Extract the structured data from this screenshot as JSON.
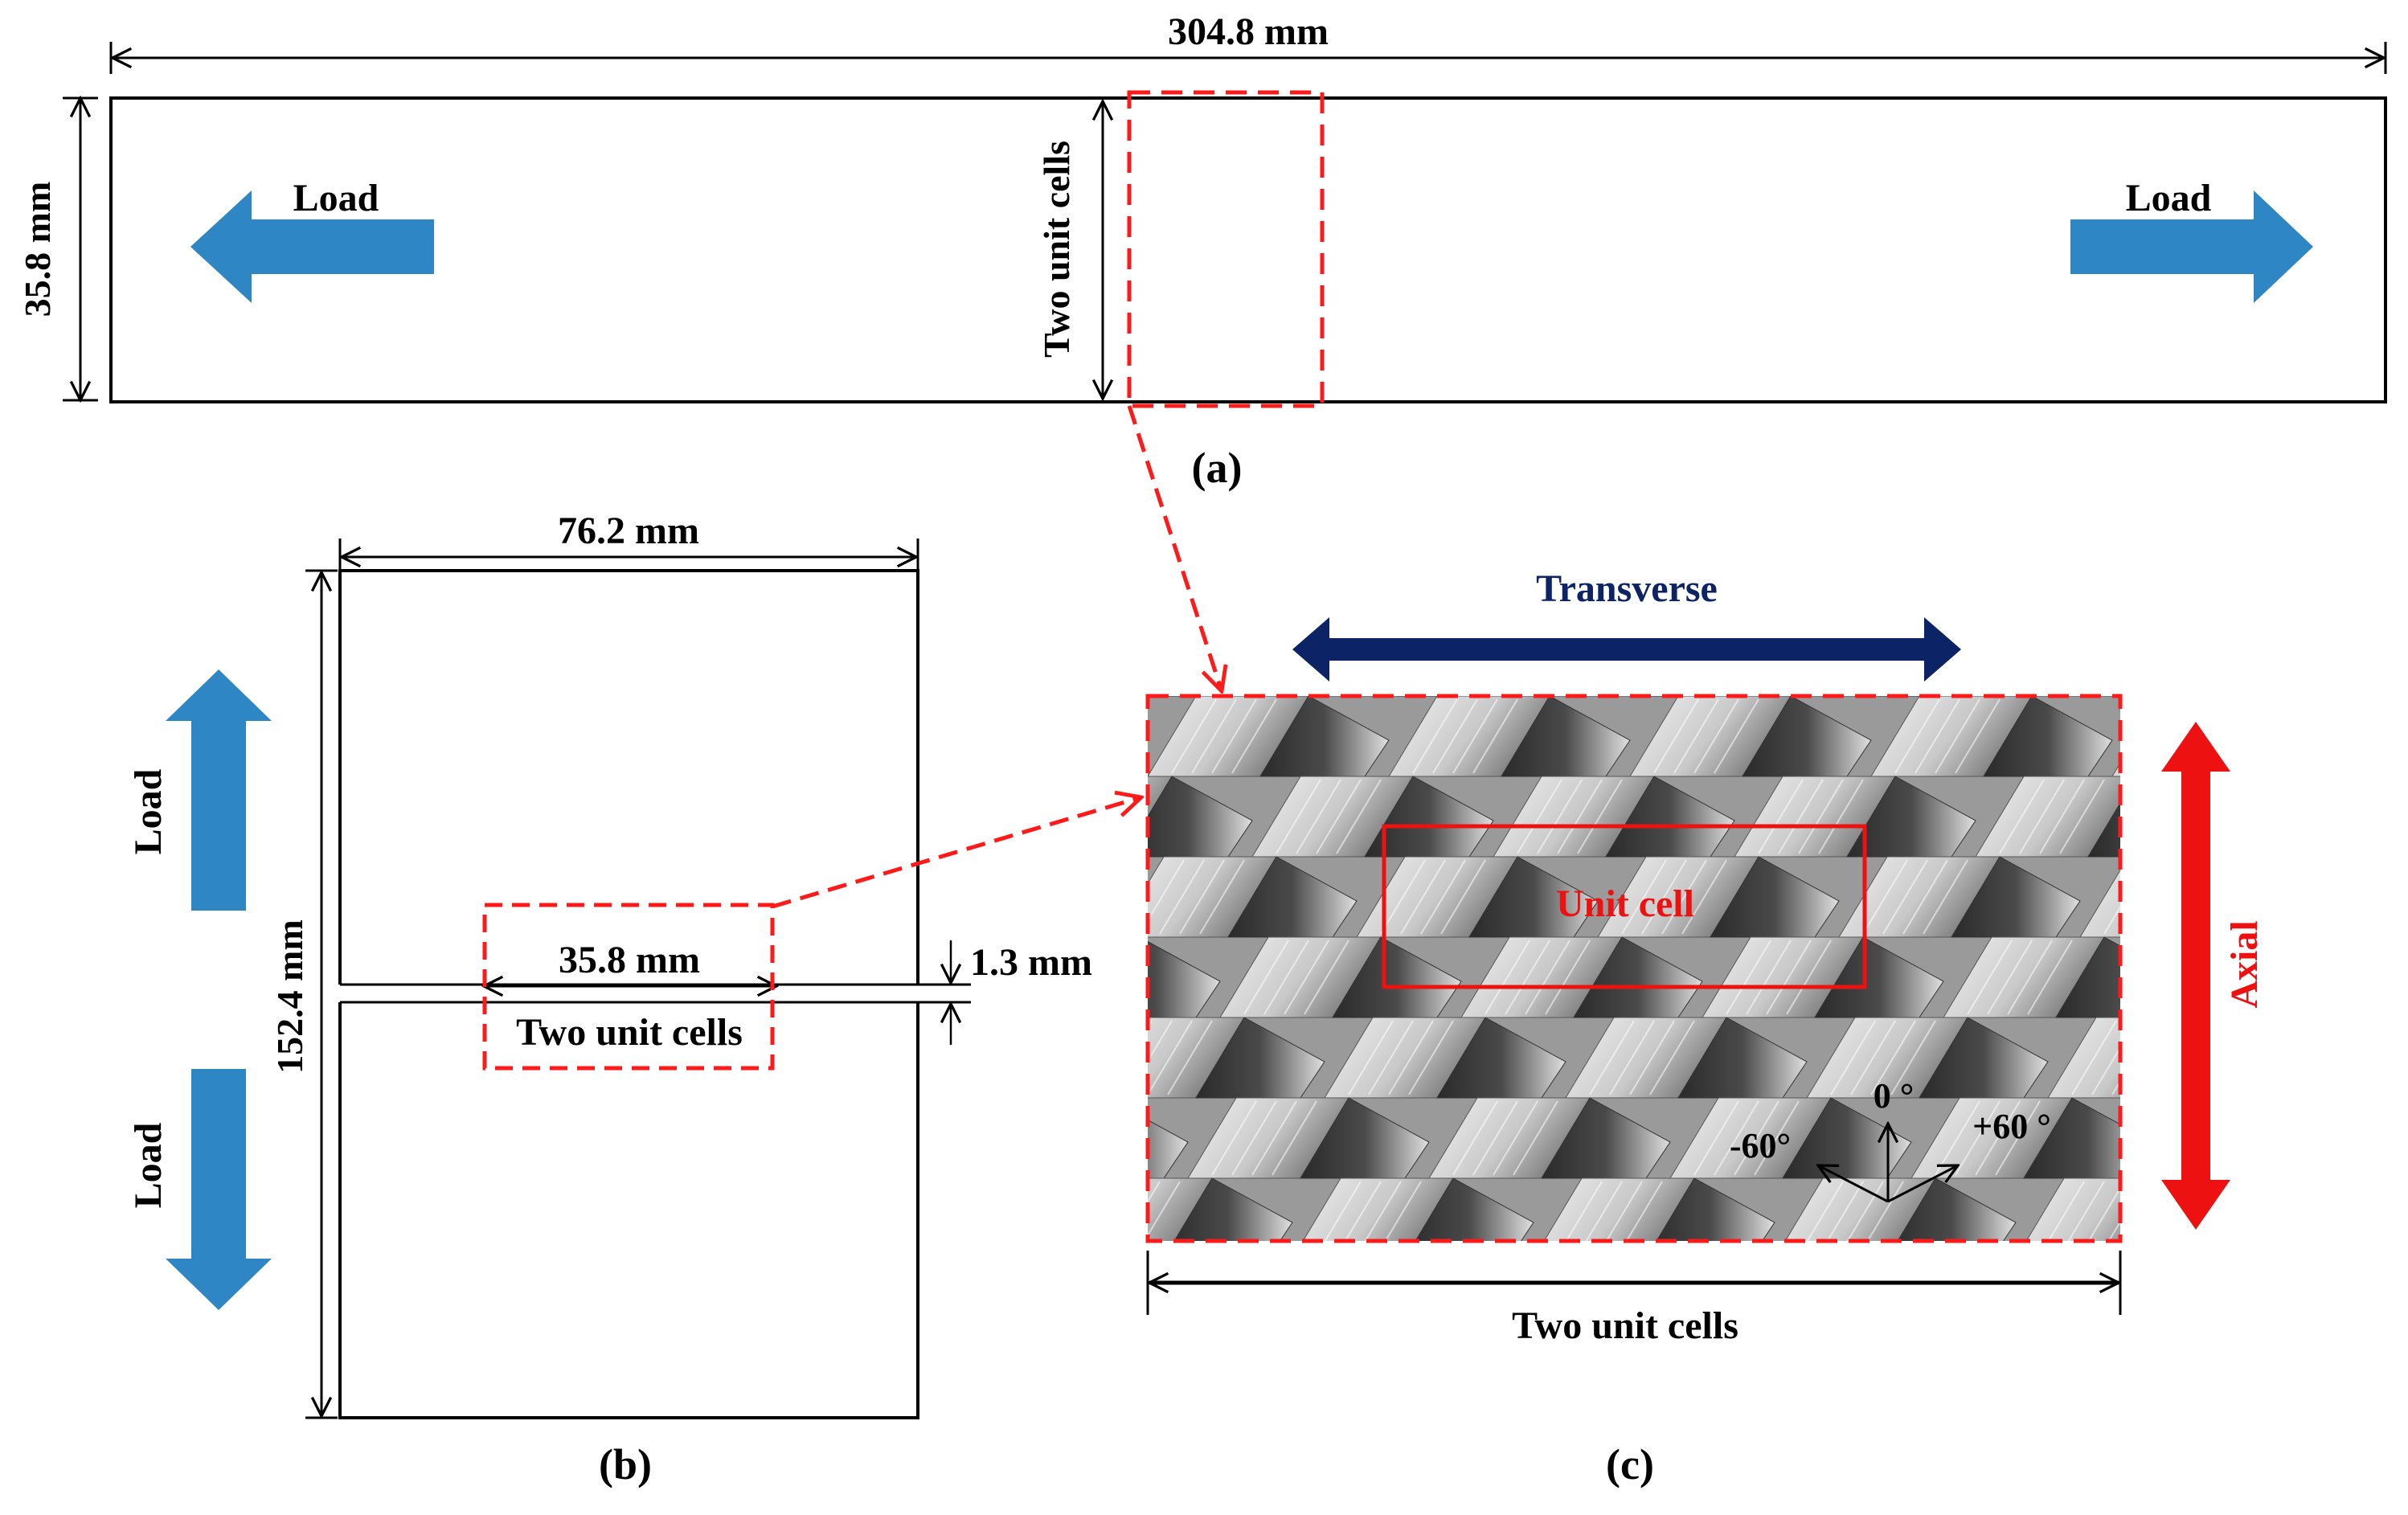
{
  "panel_a": {
    "caption": "(a)",
    "length_label": "304.8 mm",
    "width_label": "35.8 mm",
    "region_label": "Two unit cells",
    "load_left": "Load",
    "load_right": "Load"
  },
  "panel_b": {
    "caption": "(b)",
    "width_label": "76.2 mm",
    "height_label": "152.4 mm",
    "crack_length_label": "35.8 mm",
    "region_label": "Two unit cells",
    "crack_gap_label": "1.3 mm",
    "load_top": "Load",
    "load_bottom": "Load"
  },
  "panel_c": {
    "caption": "(c)",
    "transverse_label": "Transverse",
    "axial_label": "Axial",
    "unit_cell_label": "Unit cell",
    "width_label": "Two unit cells",
    "angle_0": "0 °",
    "angle_neg": "-60°",
    "angle_pos": "+60 °"
  },
  "colors": {
    "load_arrow": "#2f86c4",
    "highlight": "#ff1a1a",
    "transverse": "#0c2466",
    "axial": "#ee1111",
    "line": "#000000"
  }
}
